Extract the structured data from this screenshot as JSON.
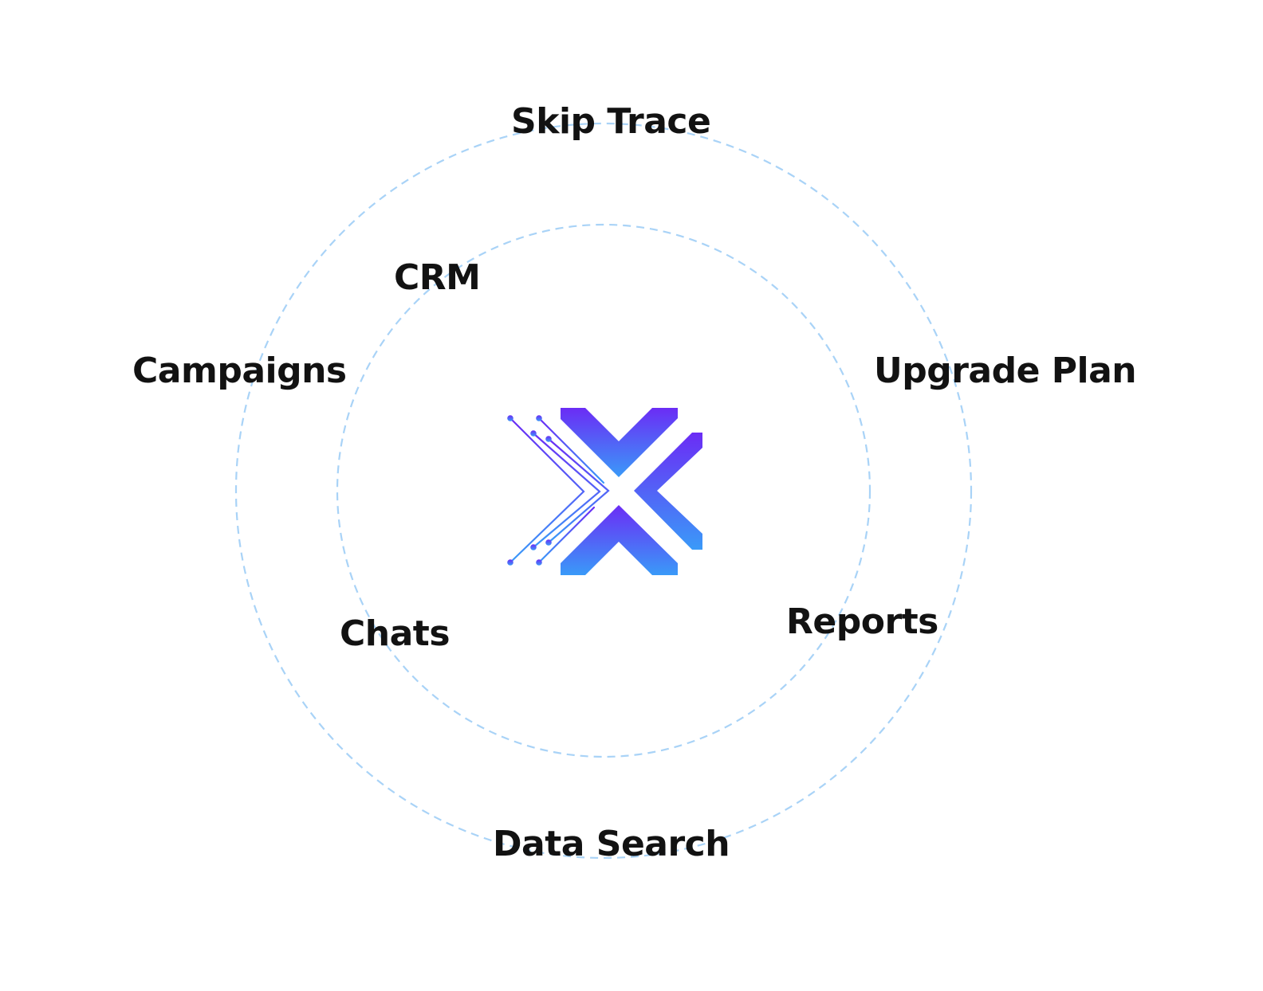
{
  "menu": {
    "skip_trace": "Skip Trace",
    "crm": "CRM",
    "campaigns": "Campaigns",
    "upgrade_plan": "Upgrade Plan",
    "chats": "Chats",
    "reports": "Reports",
    "data_search": "Data Search"
  },
  "logo": {
    "icon": "x-logo-icon",
    "gradient_top": "#6b2cf5",
    "gradient_bottom": "#3a9af8"
  },
  "colors": {
    "ring": "#a9d3f7",
    "text": "#121212",
    "background": "#ffffff"
  }
}
